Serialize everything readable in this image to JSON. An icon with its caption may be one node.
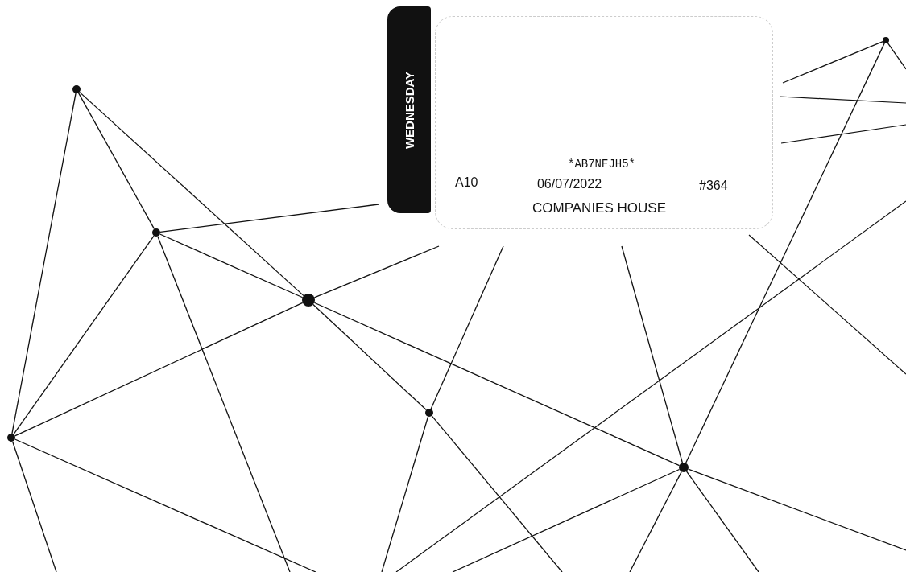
{
  "diagram": {
    "nodes": [
      {
        "text": [],
        "shape": "circle"
      },
      {
        "text": [],
        "shape": "circle"
      },
      {
        "text": [],
        "shape": "circle"
      },
      {
        "text": [],
        "shape": "circle"
      },
      {
        "text": [],
        "shape": "circle"
      },
      {
        "text": [],
        "shape": "circle"
      },
      {
        "text": [],
        "shape": "circle"
      }
    ],
    "edges": [
      {
        "from": 1,
        "to": 5,
        "arrow": "none"
      },
      {
        "from": 1,
        "to": 2,
        "arrow": "none"
      },
      {
        "from": 1,
        "to": 3,
        "arrow": "none"
      },
      {
        "from": 2,
        "to": 3,
        "arrow": "none"
      },
      {
        "from": 2,
        "to": 5,
        "arrow": "none"
      },
      {
        "from": 2,
        "to": null,
        "arrow": "none"
      },
      {
        "from": 2,
        "to": null,
        "arrow": "none"
      },
      {
        "from": 5,
        "to": 3,
        "arrow": "none"
      },
      {
        "from": 5,
        "to": null,
        "arrow": "none"
      },
      {
        "from": 5,
        "to": null,
        "arrow": "none"
      },
      {
        "from": 3,
        "to": null,
        "arrow": "none"
      },
      {
        "from": 3,
        "to": 4,
        "arrow": "none"
      },
      {
        "from": 3,
        "to": 6,
        "arrow": "none"
      },
      {
        "from": 4,
        "to": null,
        "arrow": "none"
      },
      {
        "from": 4,
        "to": null,
        "arrow": "none"
      },
      {
        "from": 4,
        "to": null,
        "arrow": "none"
      },
      {
        "from": 0,
        "to": 6,
        "arrow": "none"
      },
      {
        "from": 6,
        "to": null,
        "arrow": "none"
      },
      {
        "from": 6,
        "to": null,
        "arrow": "none"
      },
      {
        "from": 6,
        "to": null,
        "arrow": "none"
      },
      {
        "from": 6,
        "to": null,
        "arrow": "none"
      },
      {
        "from": 6,
        "to": null,
        "arrow": "none"
      },
      {
        "from": 0,
        "to": null,
        "arrow": "none"
      },
      {
        "from": 0,
        "to": null,
        "arrow": "none"
      }
    ],
    "labels": [
      "WEDNESDAY",
      "*AB7NEJH5*",
      "A10",
      "06/07/2022",
      "#364",
      "COMPANIES HOUSE"
    ]
  }
}
